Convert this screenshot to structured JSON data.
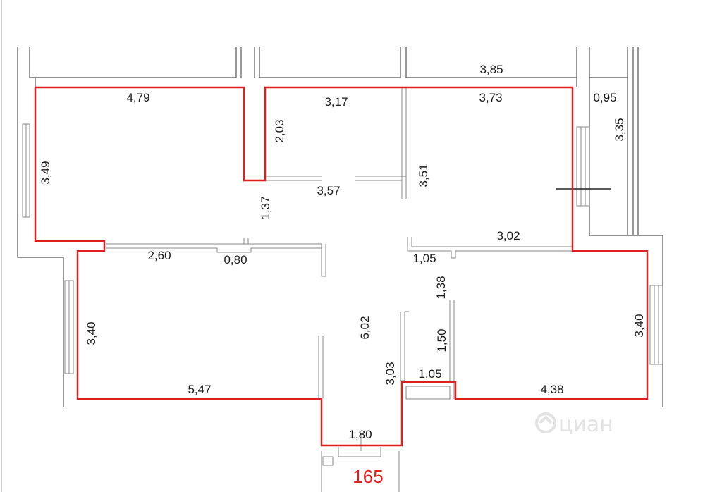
{
  "colors": {
    "outline": "#e02020",
    "walls": "#6b6b6b",
    "text": "#1a1a1a",
    "apartment_number": "#e02020",
    "watermark": "#e3e3e3"
  },
  "apartment_number": "165",
  "watermark": "циан",
  "watermark_icon": "cian-logo-icon",
  "dimensions": [
    "3,85",
    "4,79",
    "3,17",
    "3,73",
    "0,95",
    "3,35",
    "2,03",
    "3,49",
    "3,57",
    "3,51",
    "1,37",
    "3,02",
    "2,60",
    "0,80",
    "1,05",
    "1,38",
    "3,40",
    "6,02",
    "1,50",
    "3,40",
    "3,03",
    "1,05",
    "5,47",
    "4,38",
    "1,80"
  ]
}
